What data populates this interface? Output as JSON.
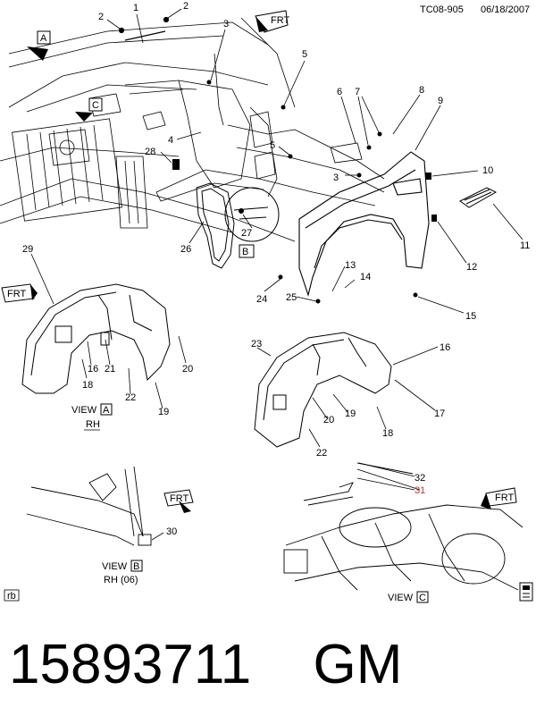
{
  "header": {
    "doc_id": "TC08-905",
    "date": "06/18/2007"
  },
  "callouts": [
    "1",
    "2",
    "2",
    "3",
    "5",
    "6",
    "7",
    "8",
    "9",
    "4",
    "28",
    "5",
    "3",
    "10",
    "11",
    "26",
    "27",
    "12",
    "13",
    "14",
    "24",
    "25",
    "15",
    "29",
    "16",
    "21",
    "20",
    "18",
    "22",
    "19",
    "23",
    "16",
    "20",
    "19",
    "17",
    "18",
    "22",
    "32",
    "31",
    "30"
  ],
  "view_markers": {
    "a": "A",
    "b": "B",
    "c": "C"
  },
  "views": [
    {
      "prefix": "VIEW",
      "letter": "A",
      "sub": "RH"
    },
    {
      "prefix": "VIEW",
      "letter": "B",
      "sub": "RH (06)"
    },
    {
      "prefix": "VIEW",
      "letter": "C",
      "sub": ""
    }
  ],
  "front_tag": "FRT",
  "corner_badge": "rb",
  "part_number": "15893711",
  "brand": "GM",
  "colors": {
    "ink": "#000000",
    "highlight_callout": "#c0392b"
  }
}
